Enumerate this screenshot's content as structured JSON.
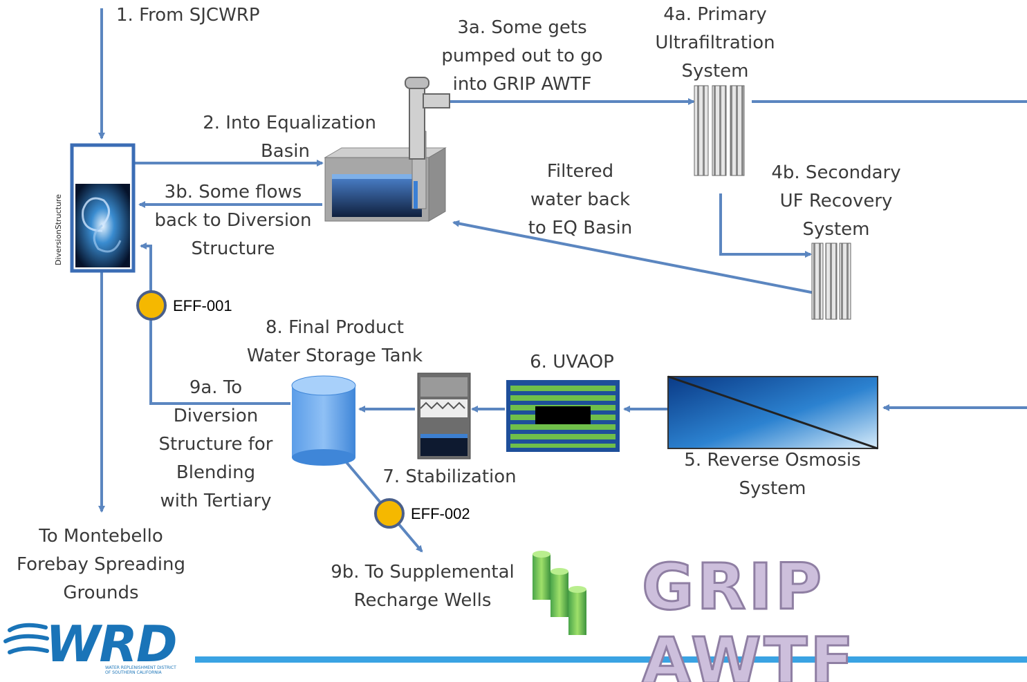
{
  "labels": {
    "step1": "1.  From SJCWRP",
    "step2": [
      "2.  Into Equalization",
      "Basin"
    ],
    "step3a": [
      "3a.  Some gets",
      "pumped out to go",
      "into GRIP AWTF"
    ],
    "step3b": [
      "3b. Some flows",
      "back to Diversion",
      "Structure"
    ],
    "step4a": [
      "4a.  Primary",
      "Ultrafiltration",
      "System"
    ],
    "step4b": [
      "4b.  Secondary",
      "UF Recovery",
      "System"
    ],
    "filtered": [
      "Filtered",
      "water back",
      "to EQ Basin"
    ],
    "step5": [
      "5. Reverse  Osmosis",
      "System"
    ],
    "step6": "6. UVAOP",
    "step7": "7. Stabilization",
    "step8": [
      "8. Final Product",
      "Water Storage Tank"
    ],
    "step9a": [
      "9a. To",
      "Diversion",
      "Structure for",
      "Blending",
      "with Tertiary"
    ],
    "step9b": [
      "9b. To Supplemental",
      "Recharge Wells"
    ],
    "montebello": [
      "To Montebello",
      "Forebay Spreading",
      "Grounds"
    ],
    "diversion_vertical": "DiversionStructure"
  },
  "points": {
    "eff001": "EFF-001",
    "eff002": "EFF-002"
  },
  "title": "GRIP AWTF",
  "logo": {
    "name": "WRD",
    "subtitle": [
      "WATER REPLENISHMENT DISTRICT",
      "OF SOUTHERN CALIFORNIA"
    ]
  },
  "colors": {
    "flow_line": "#5b86c0",
    "point_marker": "#f5b800",
    "point_ring": "#4a5f8a",
    "title_fill": "#cdbfdc",
    "logo_blue": "#1a74b8"
  }
}
